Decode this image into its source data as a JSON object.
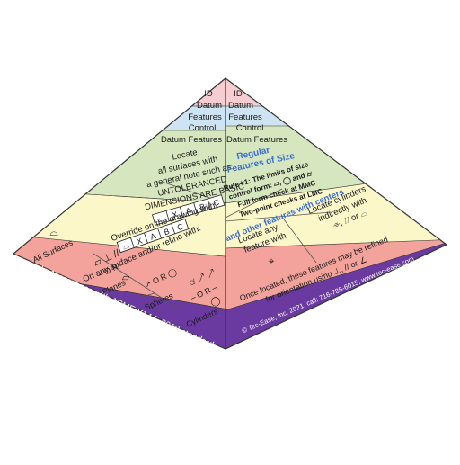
{
  "colors": {
    "pink": "#f6cdd0",
    "blue_tint": "#cfe4f3",
    "green": "#d6e7bf",
    "cream": "#fbf7c9",
    "salmon": "#f3a39b",
    "purple": "#6b3aa0",
    "edge": "#333333",
    "accent_blue": "#3a6fd0"
  },
  "left": {
    "id_datum": [
      "ID",
      "Datum",
      "Features"
    ],
    "control_datum": [
      "Control",
      "Datum Features"
    ],
    "locate": [
      "Locate",
      "all surfaces with",
      "a general note such as:",
      "UNTOLERANCED",
      "DIMENSIONS ARE BASIC"
    ],
    "note_frame": [
      "⌓",
      "X",
      "A",
      "B",
      "C"
    ],
    "override": [
      "Override on the drawing with:"
    ],
    "override_frame": [
      "⌓",
      "X",
      "A",
      "B",
      "C"
    ],
    "refine": [
      "On any surface and/or refine with:"
    ],
    "all_surfaces": "All Surfaces",
    "all_surfaces_symbol": "⌓",
    "planes_symbols": "⏥ ⊥ //",
    "planes_or": "– O R –",
    "planes_flat": "⏥",
    "planes": "Planes",
    "spheres_symbols": "↗ O R ◯",
    "spheres": "Spheres",
    "cylinders_symbols": "⌭ ↗ ↗",
    "cylinders_or": "– O R –",
    "cylinders_symbol": "◯",
    "cylinders": "Cylinders",
    "standard": "In Accordance with ASME Y14.5-2018 standard"
  },
  "right": {
    "id_datum": [
      "ID",
      "Datum",
      "Features"
    ],
    "control_datum": [
      "Control",
      "Datum Features"
    ],
    "regular_title": [
      "Regular",
      "Features of Size"
    ],
    "rule": [
      "Rule #1: The limits of size",
      "control form: ⏥, ◯ and ⌭",
      "Full form check at MMC",
      "Two-point checks at LMC"
    ],
    "other_features": "and other features with centers",
    "locate_any": [
      "Locate any",
      "feature with"
    ],
    "position_symbol": "⌖",
    "locate_cyl": [
      "Locate cylinders",
      "indirectly with",
      "⌯, ⌰ or ⌓"
    ],
    "once_located": [
      "Once located, these features may be refined",
      "for orientation using ⊥, // or ∠"
    ],
    "copyright": "© Tec-Ease, Inc. 2021, call: 716-785-6015, www.tec-ease.com"
  }
}
